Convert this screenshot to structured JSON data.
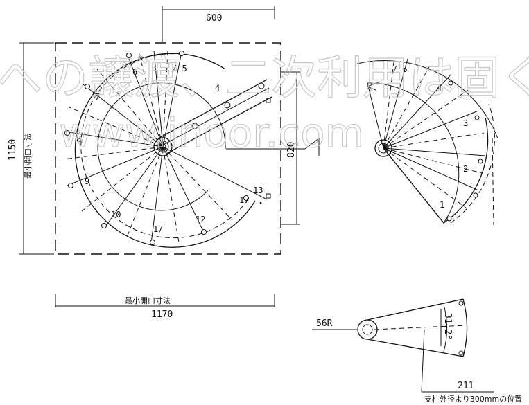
{
  "plan": {
    "dim_top": "600",
    "dim_height": "1150",
    "dim_height_label": "最小開口寸法",
    "dim_width_label": "最小開口寸法",
    "dim_width": "1170",
    "dim_right": "820",
    "step_numbers": [
      "/ 5",
      "4",
      "6",
      "7",
      "8",
      "9",
      "10",
      "1/",
      "12",
      "17",
      "13"
    ]
  },
  "elevation": {
    "step_numbers": [
      "/ 5",
      "4",
      "3",
      "2",
      "1"
    ]
  },
  "detail": {
    "radius_label": "56R",
    "angle_label": "31.2°",
    "dim_211": "211",
    "note": "支柱外径より300mmの位置"
  },
  "watermark": {
    "line1": "への譲渡、二次利用は固く",
    "line2": "www.inoor.com"
  }
}
